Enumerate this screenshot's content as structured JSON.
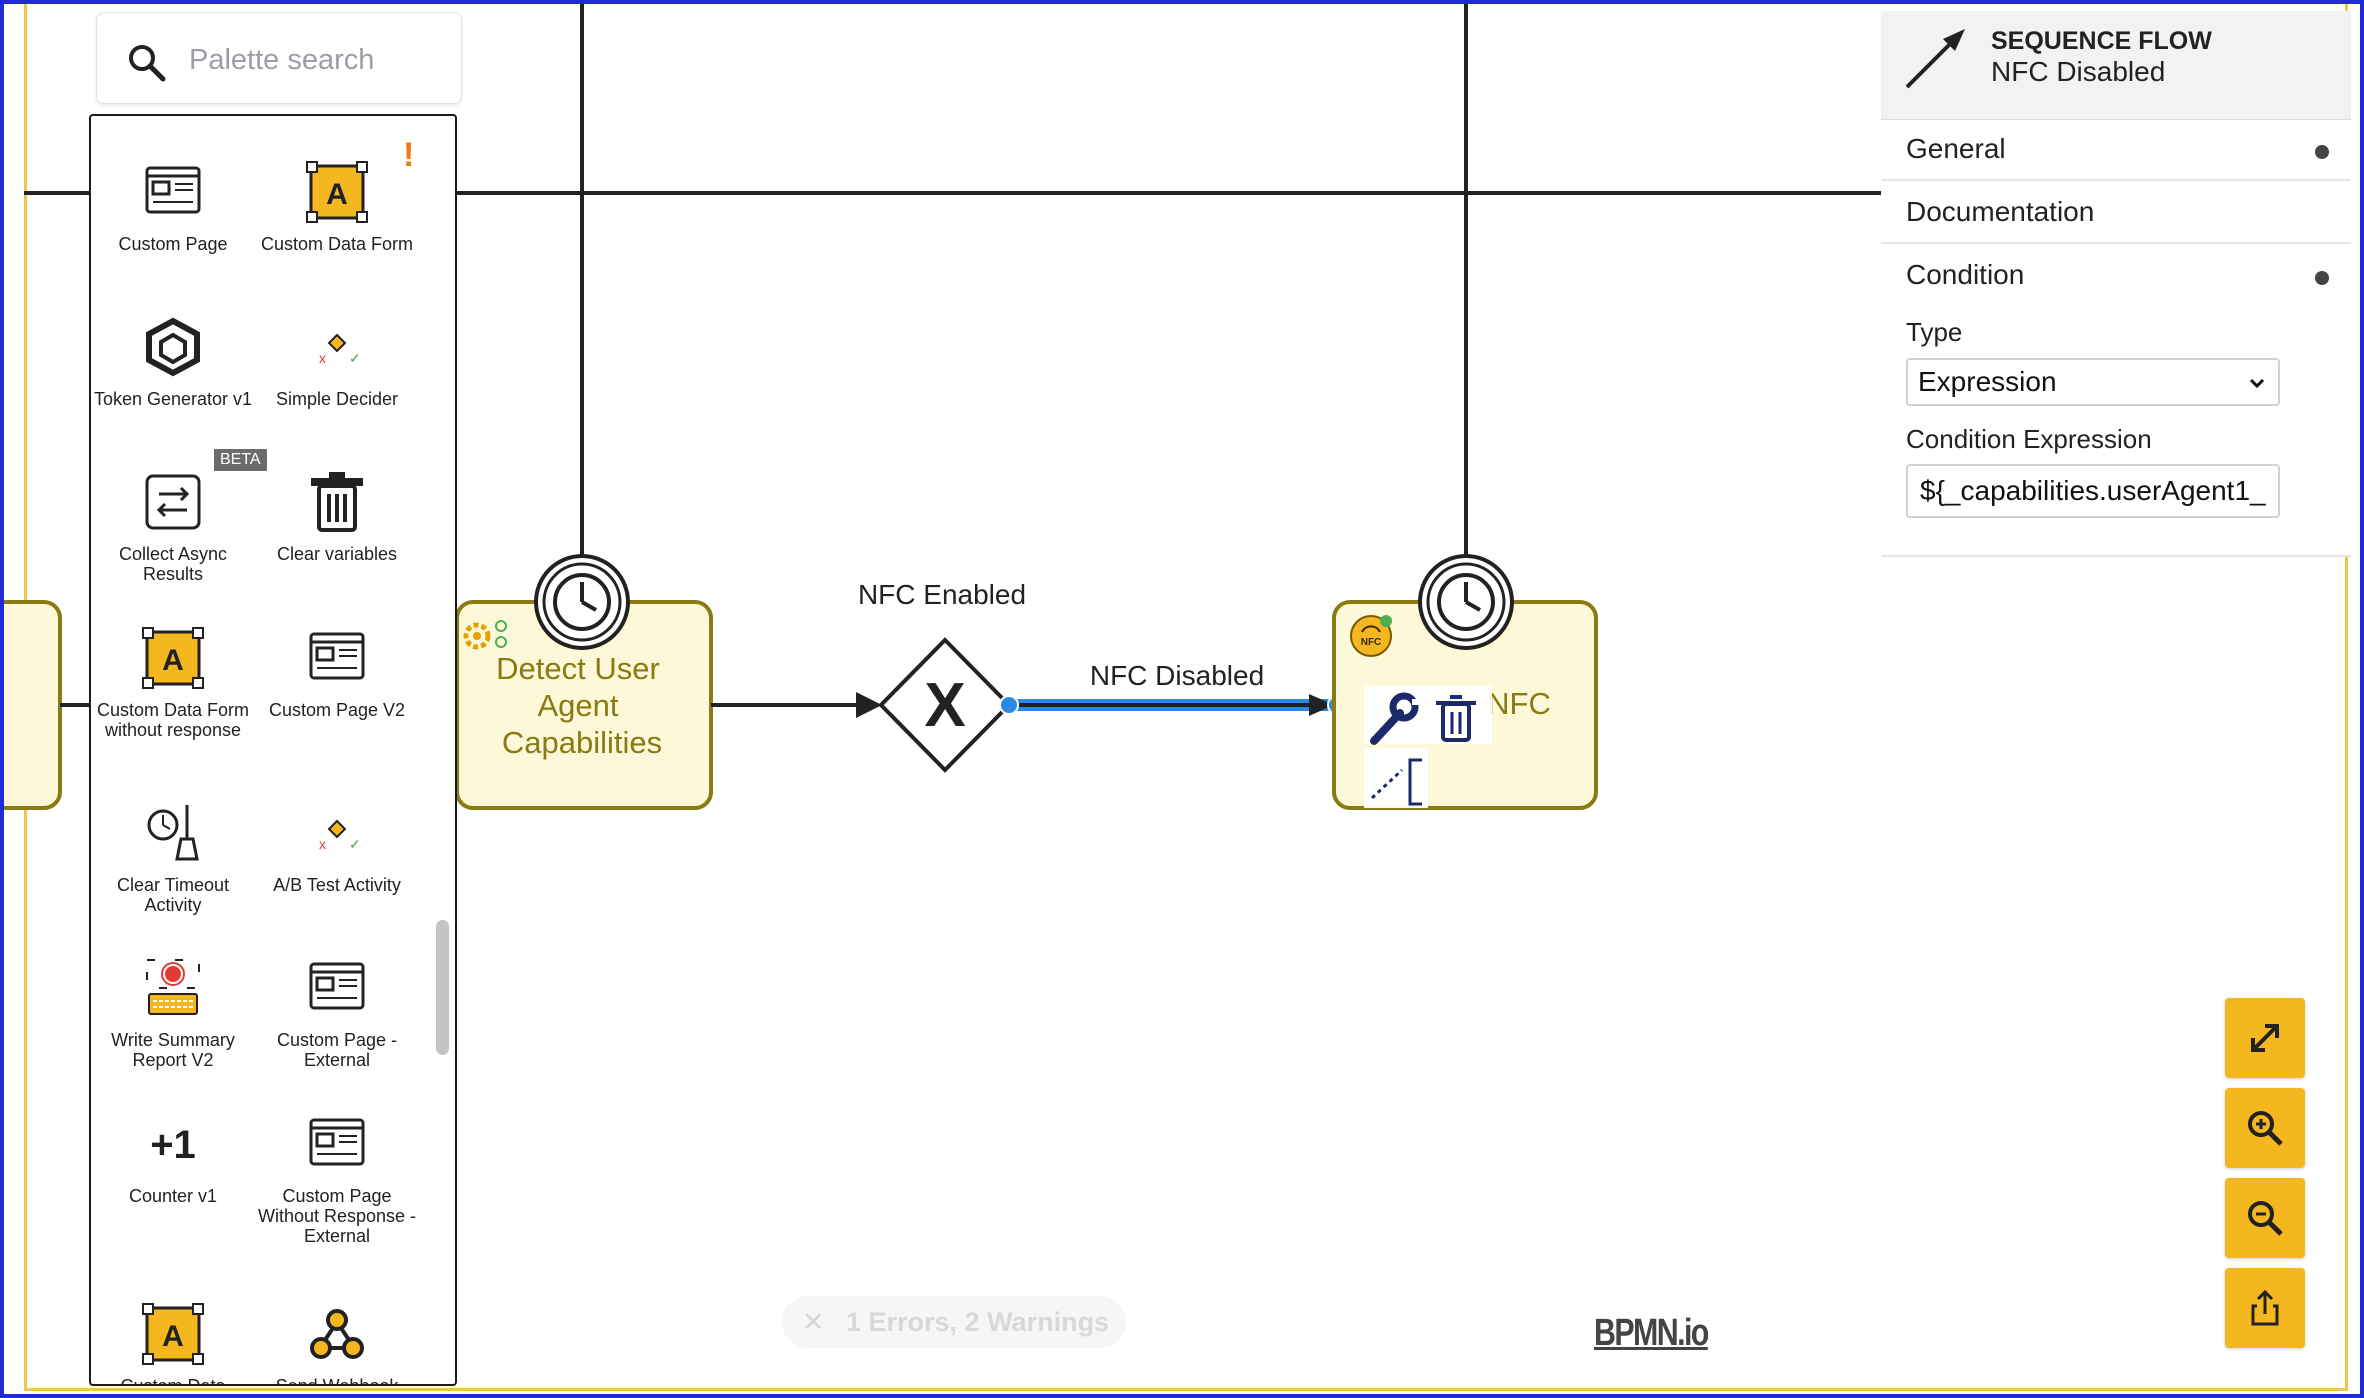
{
  "palette_search": {
    "placeholder": "Palette search"
  },
  "palette": {
    "items": [
      {
        "label": "Custom Page",
        "icon": "page-icon"
      },
      {
        "label": "Custom Data Form",
        "icon": "form-a-icon"
      },
      {
        "label": "Token Generator v1",
        "icon": "hexagon-icon"
      },
      {
        "label": "Simple Decider",
        "icon": "decider-icon"
      },
      {
        "label": "Collect Async Results",
        "icon": "collect-icon"
      },
      {
        "label": "Clear variables",
        "icon": "trash-icon"
      },
      {
        "label": "Custom Data Form without response",
        "icon": "form-a-icon"
      },
      {
        "label": "Custom Page V2",
        "icon": "page-icon"
      },
      {
        "label": "Clear Timeout Activity",
        "icon": "clock-broom-icon"
      },
      {
        "label": "A/B Test Activity",
        "icon": "decider-icon"
      },
      {
        "label": "Write Summary Report V2",
        "icon": "record-icon"
      },
      {
        "label": "Custom Page - External",
        "icon": "page-icon"
      },
      {
        "label": "Counter v1",
        "icon": "plus-one-icon"
      },
      {
        "label": "Custom Page Without Response - External",
        "icon": "page-icon"
      },
      {
        "label": "Custom Data",
        "icon": "form-a-icon"
      },
      {
        "label": "Send Webhook",
        "icon": "webhook-icon"
      }
    ],
    "beta_badge": "BETA",
    "warning_mark": "!"
  },
  "diagram": {
    "task_detect_label": [
      "Detect User",
      "Agent",
      "Capabilities"
    ],
    "task_nfc_label": "NFC",
    "gateway_symbol": "X",
    "flow_enabled_label": "NFC Enabled",
    "flow_disabled_label": "NFC Disabled",
    "nfc_badge": "NFC"
  },
  "properties": {
    "element_type": "SEQUENCE FLOW",
    "element_name": "NFC Disabled",
    "groups": {
      "general": "General",
      "documentation": "Documentation",
      "condition": "Condition"
    },
    "type_label": "Type",
    "type_value": "Expression",
    "condition_expression_label": "Condition Expression",
    "condition_expression_value": "${_capabilities.userAgent1_"
  },
  "status": {
    "text": "1 Errors, 2 Warnings",
    "close_symbol": "✕"
  },
  "logo": "BPMN.io",
  "colors": {
    "accent": "#f5b71f",
    "task_fill": "#fdf8d8",
    "task_stroke": "#8a7a12",
    "selection": "#2b89e6",
    "frame": "#1e2bd6"
  }
}
